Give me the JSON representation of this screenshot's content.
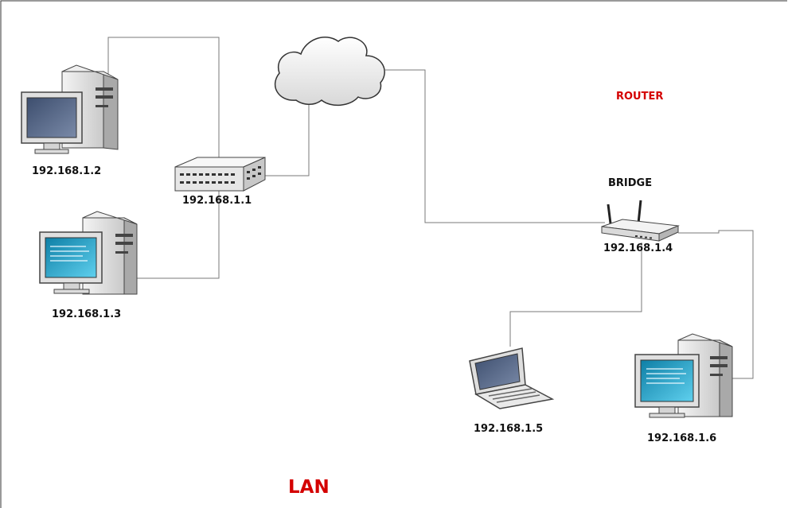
{
  "diagram": {
    "colors": {
      "line": "#7a7a7a",
      "label": "#111111",
      "accent": "#d40000"
    },
    "title": "LAN",
    "router_label": "ROUTER",
    "bridge_label": "BRIDGE",
    "nodes": {
      "pc1": {
        "ip": "192.168.1.2",
        "icon": "desktop-computer-icon"
      },
      "pc2": {
        "ip": "192.168.1.3",
        "icon": "desktop-computer-icon"
      },
      "switch": {
        "ip": "192.168.1.1",
        "icon": "network-switch-icon"
      },
      "cloud": {
        "icon": "internet-cloud-icon"
      },
      "bridge": {
        "ip": "192.168.1.4",
        "icon": "wireless-router-icon"
      },
      "laptop": {
        "ip": "192.168.1.5",
        "icon": "laptop-icon"
      },
      "pc3": {
        "ip": "192.168.1.6",
        "icon": "desktop-computer-icon"
      }
    }
  }
}
